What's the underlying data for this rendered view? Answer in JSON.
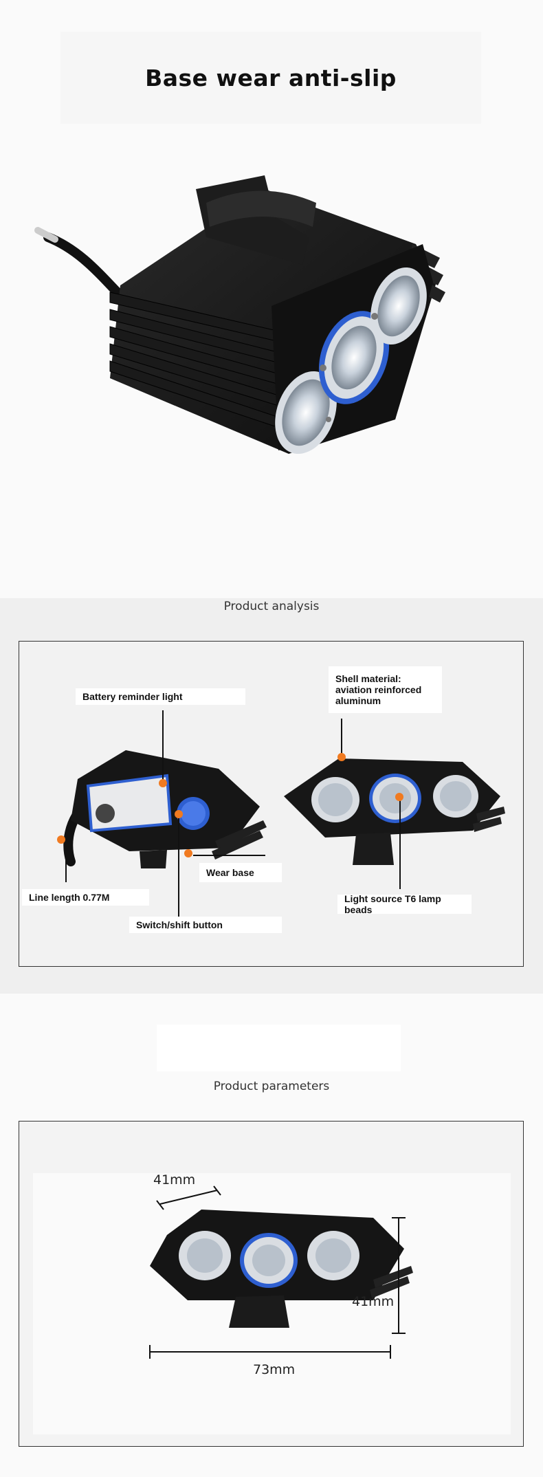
{
  "header": {
    "title": "Base wear anti-slip"
  },
  "analysis": {
    "section_title": "Product analysis",
    "labels": {
      "battery": "Battery reminder light",
      "shell_line1": "Shell material:",
      "shell_line2": "aviation reinforced",
      "shell_line3": "aluminum",
      "wear_base": "Wear base",
      "line_length": "Line length 0.77M",
      "switch": "Switch/shift button",
      "light_source": "Light source T6 lamp beads"
    }
  },
  "parameters": {
    "section_title": "Product parameters",
    "dims": {
      "depth": "41mm",
      "height": "41mm",
      "width": "73mm"
    }
  },
  "colors": {
    "accent_dot": "#f07a20",
    "lens_ring": "#2e5fd0"
  }
}
